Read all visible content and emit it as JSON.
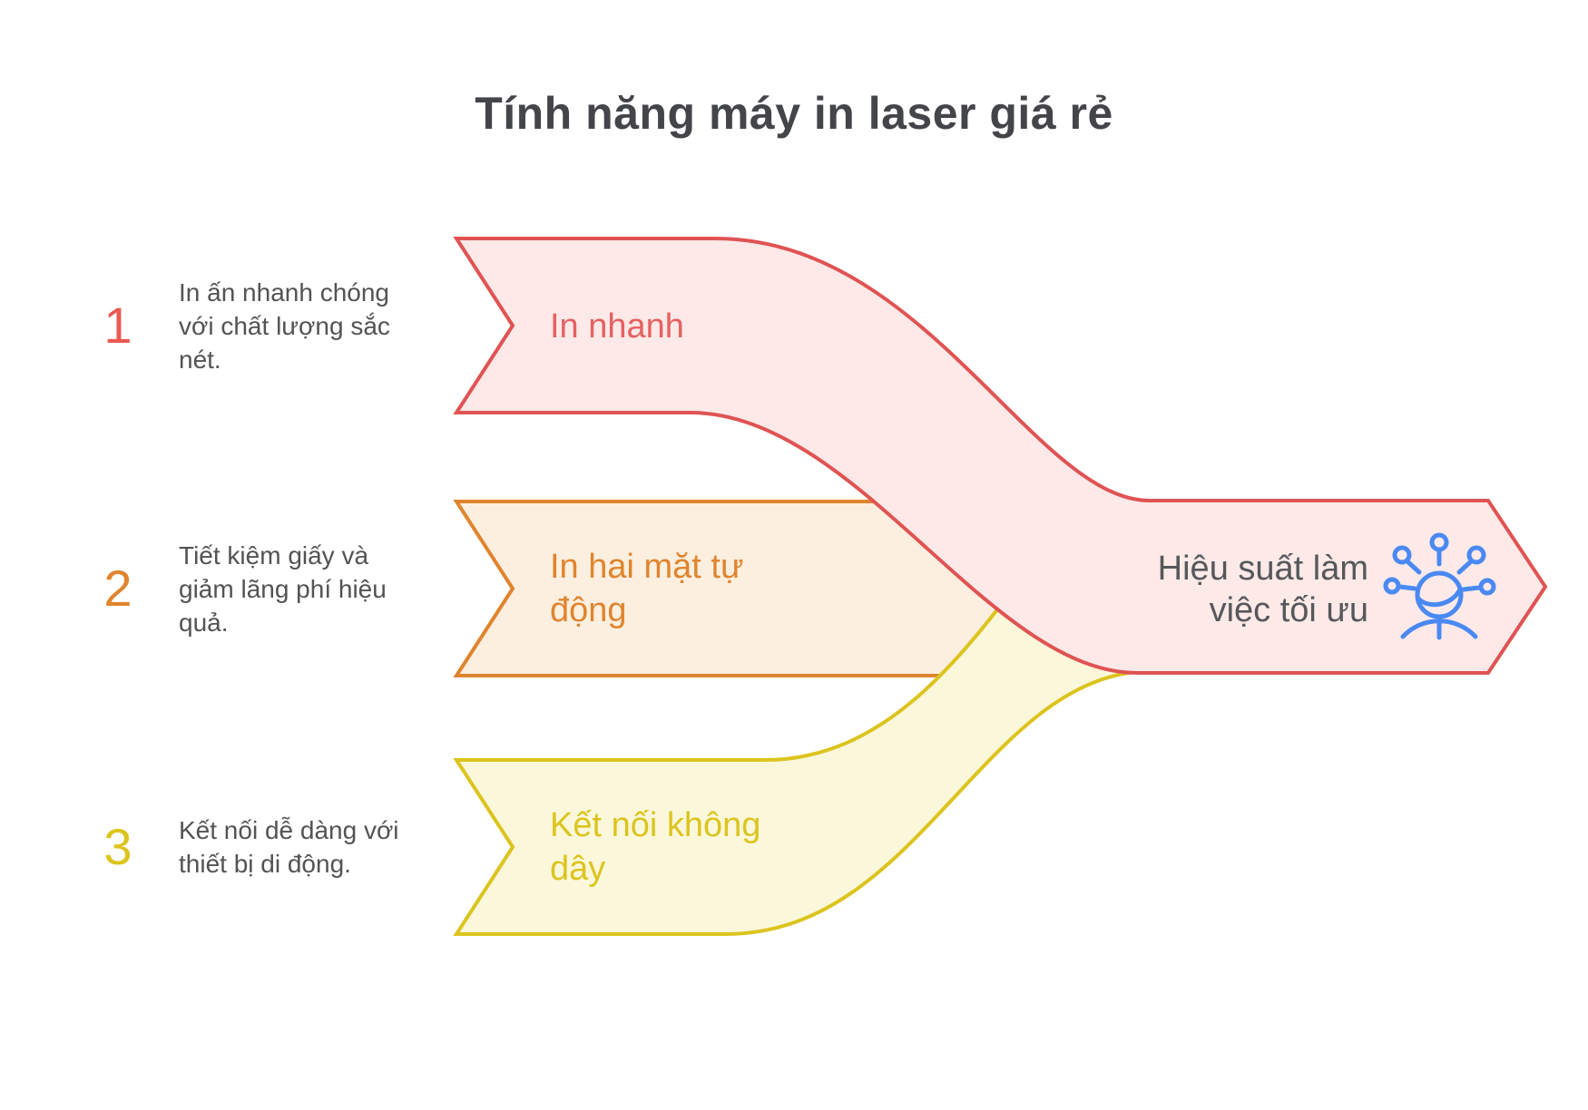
{
  "title": "Tính năng máy in laser giá rẻ",
  "steps": [
    {
      "number": "1",
      "description": "In ấn nhanh chóng với chất lượng sắc nét.",
      "label": "In nhanh",
      "color": "#E05353",
      "fill": "#FCE9E8"
    },
    {
      "number": "2",
      "description": "Tiết kiệm giấy và giảm lãng phí hiệu quả.",
      "label": "In hai mặt tự động",
      "color": "#E0842E",
      "fill": "#FCEFDF"
    },
    {
      "number": "3",
      "description": "Kết nối dễ dàng với thiết bị di động.",
      "label": "Kết nối không dây",
      "color": "#DCC41E",
      "fill": "#FBF7DA"
    }
  ],
  "result": {
    "label": "Hiệu suất làm việc tối ưu",
    "icon": "person-ideas-icon",
    "icon_color": "#4A89F2"
  },
  "palette": {
    "title_text": "#434548",
    "body_text": "#515355",
    "result_text": "#56585B"
  }
}
